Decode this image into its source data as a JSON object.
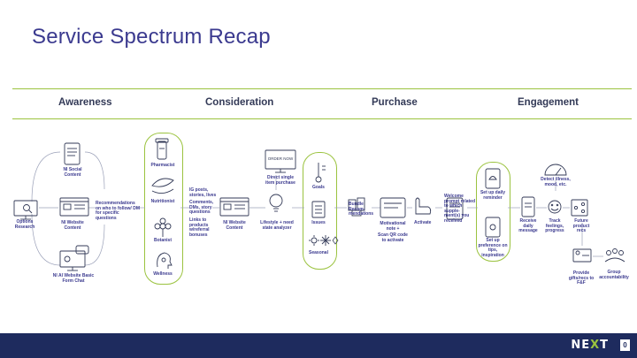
{
  "title": "Service Spectrum Recap",
  "phases": [
    "Awareness",
    "Consideration",
    "Purchase",
    "Engagement"
  ],
  "labels": {
    "options_research": "Options Research",
    "ni_social": "NI Social Content",
    "ni_website_1": "NI Website Content",
    "ni_ai_website": "NI AI Website Basic Form Chat",
    "recommendations": "Recommendations on who to follow/ DM for specific questions",
    "pharmacist": "Pharmacist",
    "nutritionist": "Nutritionist",
    "botanist": "Botanist",
    "wellness": "Wellness",
    "ig_posts": "IG posts, stories, lives",
    "comments": "Comments, DMs, story questions",
    "links": "Links to products w/referral bonuses",
    "ni_website_2": "NI Website Content",
    "direct_single": "Direct single item purchase",
    "order_now": "ORDER NOW",
    "lifestyle": "Lifestyle + need state analyzer",
    "goals": "Goals",
    "issues": "Issues",
    "seasonal": "Seasonal",
    "bundle": "Bundle Recom- mendations",
    "motivational": "Motivational note +",
    "scan_qr": "Scan QR code to activate",
    "activate": "Activate",
    "welcome": "Welcome prompt related to which supple- ment(s) you received",
    "daily_reminder": "Set up daily reminder",
    "set_up_pref": "Set up preference on tips, inspiration",
    "receive_daily": "Receive daily message",
    "track": "Track feelings, progress",
    "future": "Future product recs",
    "detect": "Detect illness, mood, etc.",
    "provide_gifts": "Provide gifts/recs to F&F",
    "group": "Group accountability"
  },
  "footer": {
    "logo_a": "NE",
    "logo_x": "X",
    "logo_b": "T",
    "page_number": "0"
  },
  "colors": {
    "title": "#3b3a8f",
    "accent": "#9bc33f",
    "footer": "#1e2b5e"
  }
}
